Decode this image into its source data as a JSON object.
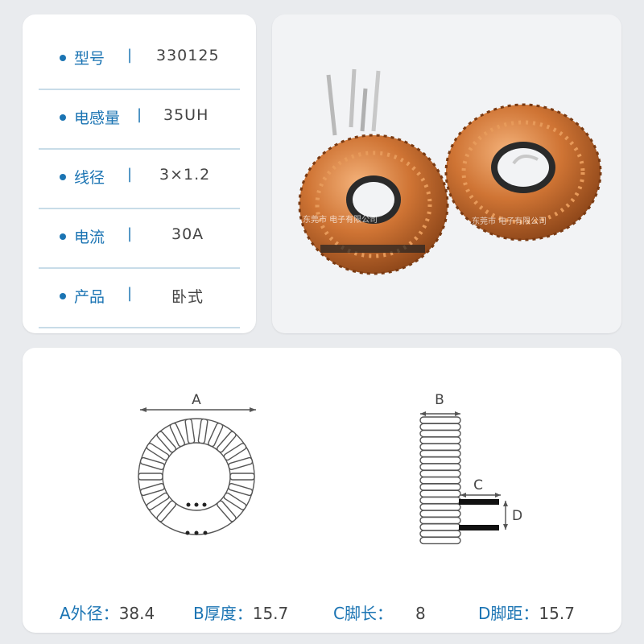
{
  "specs": [
    {
      "label": "型号",
      "value": "330125"
    },
    {
      "label": "电感量",
      "value": "35UH"
    },
    {
      "label": "线径",
      "value": "3×1.2"
    },
    {
      "label": "电流",
      "value": "30A"
    },
    {
      "label": "产品",
      "value": "卧式"
    }
  ],
  "separator": "|",
  "photo": {
    "watermark_left": "东莞市  电子有限公司",
    "watermark_right": "东莞市  电子有限公司"
  },
  "diagram": {
    "label_a": "A",
    "label_b": "B",
    "label_c": "C",
    "label_d": "D"
  },
  "dimensions": [
    {
      "key": "A外径：",
      "value": "38.4"
    },
    {
      "key": "B厚度：",
      "value": "15.7"
    },
    {
      "key": "C脚长：",
      "value": "8"
    },
    {
      "key": "D脚距：",
      "value": "15.7"
    }
  ],
  "colors": {
    "accent": "#1b74b3",
    "copper": "#c9702e",
    "core": "#2a2a2a"
  }
}
